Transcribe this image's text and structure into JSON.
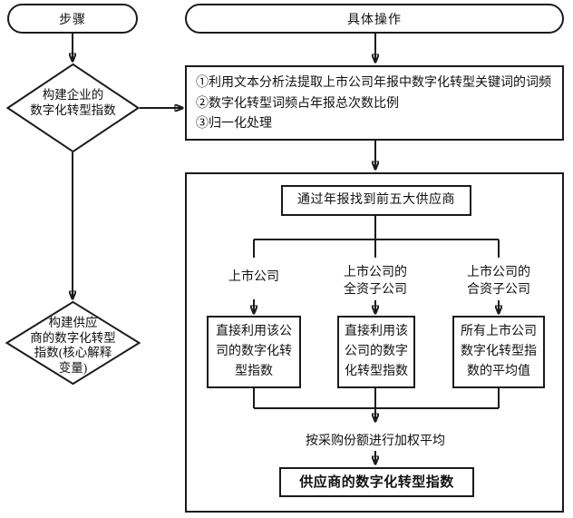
{
  "columns": {
    "steps_header": "步骤",
    "operations_header": "具体操作"
  },
  "steps": {
    "build_firm_index": "构建企业的\n数字化转型指数",
    "build_supplier_index": "构建供应\n商的数字化转型\n指数(核心解释\n变量)"
  },
  "operations": {
    "index_box_lines": [
      "①利用文本分析法提取上市公司年报中数字化转型关键词的词频",
      "②数字化转型词频占年报总次数比例",
      "③归一化处理"
    ],
    "supplier_flow": {
      "top_box": "通过年报找到前五大供应商",
      "branches": [
        {
          "label": "上市公司",
          "box": "直接利用该公\n司的数字化转\n型指数"
        },
        {
          "label": "上市公司的\n全资子公司",
          "box": "直接利用该\n公司的数字\n化转型指数"
        },
        {
          "label": "上市公司的\n合资子公司",
          "box": "所有上市公司\n数字化转型指\n数的平均值"
        }
      ],
      "weighting_label": "按采购份额进行加权平均",
      "result_box": "供应商的数字化转型指数"
    }
  },
  "colors": {
    "line": "#1a1a1a",
    "background": "#ffffff"
  }
}
